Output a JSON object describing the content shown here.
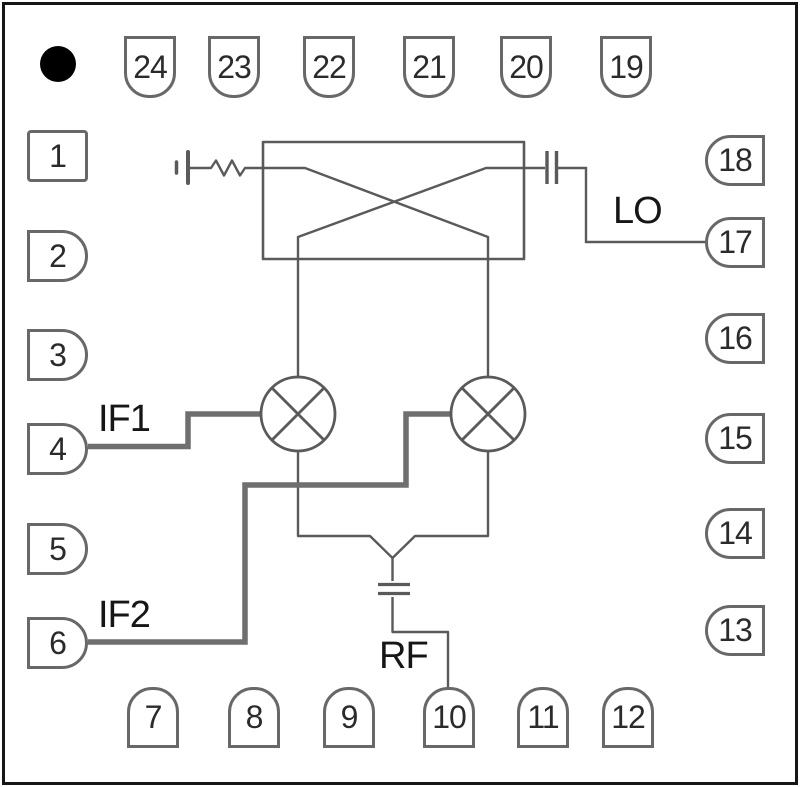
{
  "diagram": {
    "pins": {
      "top": [
        "24",
        "23",
        "22",
        "21",
        "20",
        "19"
      ],
      "left": [
        "1",
        "2",
        "3",
        "4",
        "5",
        "6"
      ],
      "right": [
        "18",
        "17",
        "16",
        "15",
        "14",
        "13"
      ],
      "bottom": [
        "7",
        "8",
        "9",
        "10",
        "11",
        "12"
      ]
    },
    "labels": {
      "if1": "IF1",
      "if2": "IF2",
      "lo": "LO",
      "rf": "RF"
    },
    "colors": {
      "background": "#ffffff",
      "frame_border": "#161616",
      "pin_border": "#686868",
      "thin_line": "#5a5a5a",
      "thick_wire": "#6f6f6f",
      "text": "#161616",
      "marker_dot": "#000000"
    }
  }
}
